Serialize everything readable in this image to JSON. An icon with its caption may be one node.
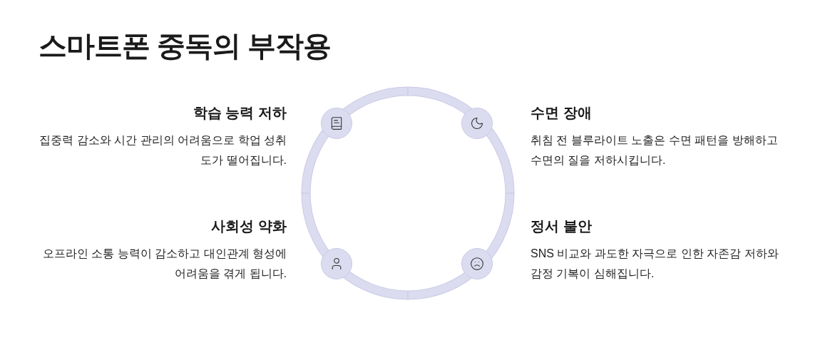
{
  "diagram": {
    "title": "스마트폰 중독의 부작용",
    "labels": [
      "학습 능력 저하",
      "집중력 감소와 시간 관리의 어려움으로 학업 성취도가 떨어집니다.",
      "수면 장애",
      "취침 전 블루라이트 노출은 수면 패턴을 방해하고 수면의 질을 저하시킵니다.",
      "사회성 약화",
      "오프라인 소통 능력이 감소하고 대인관계 형성에 어려움을 겪게 됩니다.",
      "정서 불안",
      "SNS 비교와 과도한 자극으로 인한 자존감 저하와 감정 기복이 심해집니다."
    ]
  }
}
